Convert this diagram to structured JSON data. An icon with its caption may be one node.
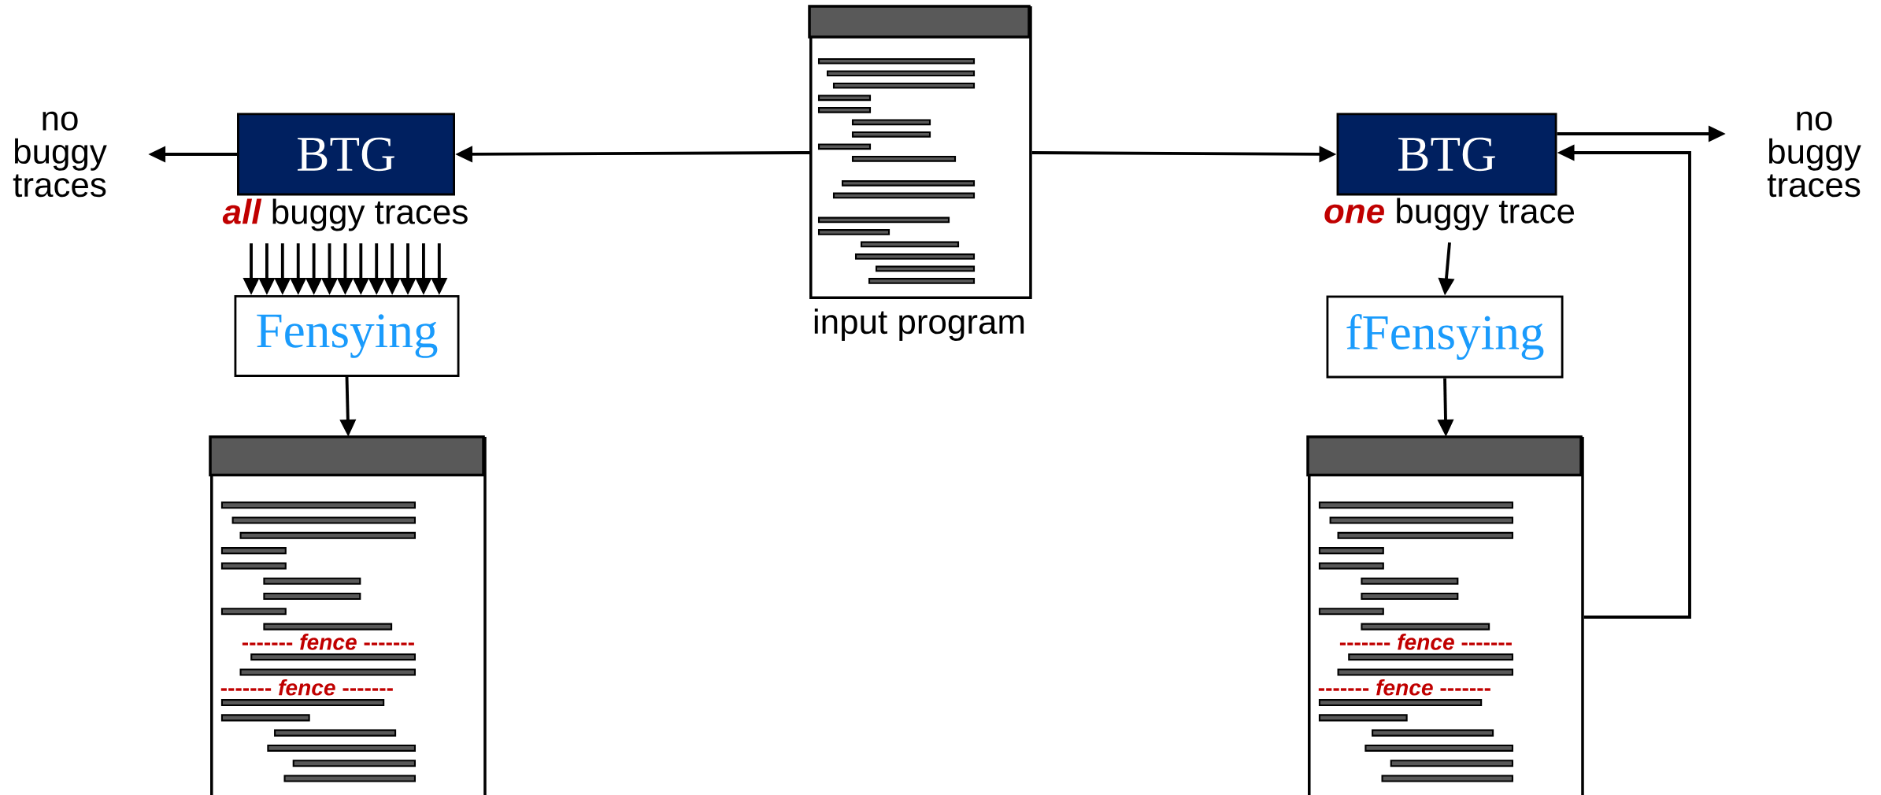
{
  "diagram": {
    "nodes": [
      {
        "text": [
          "no buggy traces"
        ]
      },
      {
        "text": [
          "BTG"
        ]
      },
      {
        "text": [
          "**all** buggy traces"
        ]
      },
      {
        "text": [],
        "shape": "document",
        "beside": [
          "input program"
        ]
      },
      {
        "text": [
          "BTG"
        ]
      },
      {
        "text": [
          "no buggy traces"
        ]
      },
      {
        "text": [
          "**one** buggy trace"
        ]
      },
      {
        "text": [
          "Fensying"
        ]
      },
      {
        "text": [
          "fFensying"
        ]
      },
      {
        "text": [
          "------- *fence* -------",
          "------- *fence* -------"
        ]
      },
      {
        "text": [
          "------- *fence* -------",
          "------- *fence* -------"
        ]
      }
    ],
    "edges": [
      {
        "from": 3,
        "to": 1,
        "arrow": "to"
      },
      {
        "from": 1,
        "to": 0,
        "arrow": "to"
      },
      {
        "from": 2,
        "to": 7,
        "arrow": "to"
      },
      {
        "from": 2,
        "to": 7,
        "arrow": "to"
      },
      {
        "from": 2,
        "to": 7,
        "arrow": "to"
      },
      {
        "from": 2,
        "to": 7,
        "arrow": "to"
      },
      {
        "from": 2,
        "to": 7,
        "arrow": "to"
      },
      {
        "from": 2,
        "to": 7,
        "arrow": "to"
      },
      {
        "from": 2,
        "to": 7,
        "arrow": "to"
      },
      {
        "from": 2,
        "to": 7,
        "arrow": "to"
      },
      {
        "from": 2,
        "to": 7,
        "arrow": "to"
      },
      {
        "from": 2,
        "to": 7,
        "arrow": "to"
      },
      {
        "from": 2,
        "to": 7,
        "arrow": "to"
      },
      {
        "from": 2,
        "to": 7,
        "arrow": "to"
      },
      {
        "from": 2,
        "to": 7,
        "arrow": "to"
      },
      {
        "from": 7,
        "to": 9,
        "arrow": "to"
      },
      {
        "from": 3,
        "to": 4,
        "arrow": "to"
      },
      {
        "from": 4,
        "to": 5,
        "arrow": "to"
      },
      {
        "from": 6,
        "to": 8,
        "arrow": "to"
      },
      {
        "from": 8,
        "to": 10,
        "arrow": "to"
      },
      {
        "from": 10,
        "to": 4,
        "arrow": "to"
      }
    ]
  }
}
